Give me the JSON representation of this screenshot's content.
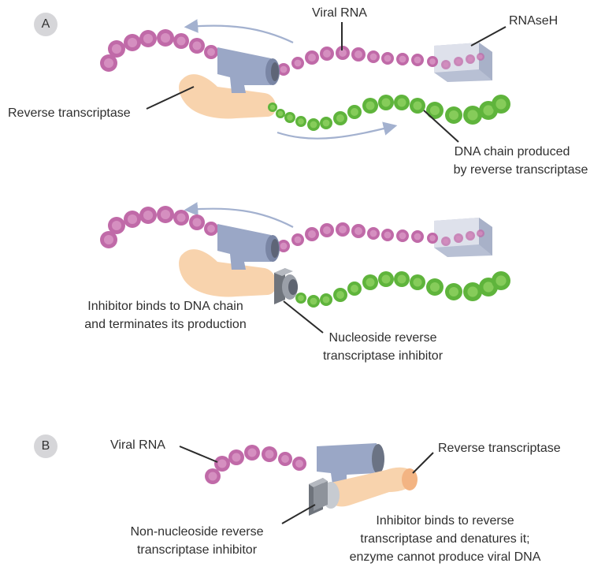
{
  "panels": {
    "a": {
      "letter": "A"
    },
    "b": {
      "letter": "B"
    }
  },
  "labels": {
    "viral_rna_a": "Viral RNA",
    "rnaseh": "RNAseH",
    "reverse_transcriptase_a": "Reverse transcriptase",
    "dna_chain_line1": "DNA chain produced",
    "dna_chain_line2": "by reverse transcriptase",
    "inhibitor_binds_line1": "Inhibitor binds to DNA chain",
    "inhibitor_binds_line2": "and terminates its production",
    "nrti_line1": "Nucleoside reverse",
    "nrti_line2": "transcriptase inhibitor",
    "viral_rna_b": "Viral RNA",
    "reverse_transcriptase_b": "Reverse transcriptase",
    "nnrti_line1": "Non-nucleoside reverse",
    "nnrti_line2": "transcriptase inhibitor",
    "denature_line1": "Inhibitor binds to reverse",
    "denature_line2": "transcriptase and denatures it;",
    "denature_line3": "enzyme cannot produce viral DNA"
  },
  "colors": {
    "rna": "#c06aa8",
    "rna_light": "#d58fc0",
    "dna": "#5fb43c",
    "dna_light": "#86cc5a",
    "enzyme_tube": "#9aa7c6",
    "enzyme_peach": "#f8d3ad",
    "arrow": "#a3b1cf",
    "inhibitor": "#8f949c",
    "badge": "#d6d6d9"
  }
}
